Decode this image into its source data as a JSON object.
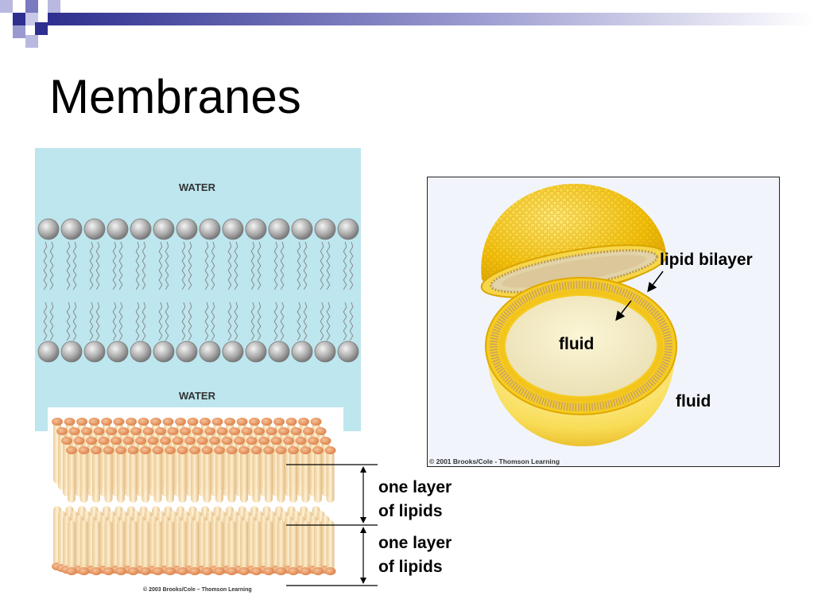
{
  "slide": {
    "title": "Membranes"
  },
  "bilayer_diagram": {
    "water_top": "WATER",
    "water_bottom": "WATER"
  },
  "layers_figure": {
    "upper_label_line1": "one layer",
    "upper_label_line2": "of lipids",
    "lower_label_line1": "one layer",
    "lower_label_line2": "of lipids",
    "copyright": "© 2003 Brooks/Cole – Thomson Learning"
  },
  "vesicle_figure": {
    "lipid_bilayer_label": "lipid bilayer",
    "inner_fluid_label": "fluid",
    "outer_fluid_label": "fluid",
    "copyright": "© 2001 Brooks/Cole - Thomson Learning"
  },
  "colors": {
    "water": "#bde6ee",
    "phospholipid_head": "#a8a8a8",
    "vesicle_yellow": "#f4c20d",
    "corner_blue": "#2e2f8f"
  }
}
